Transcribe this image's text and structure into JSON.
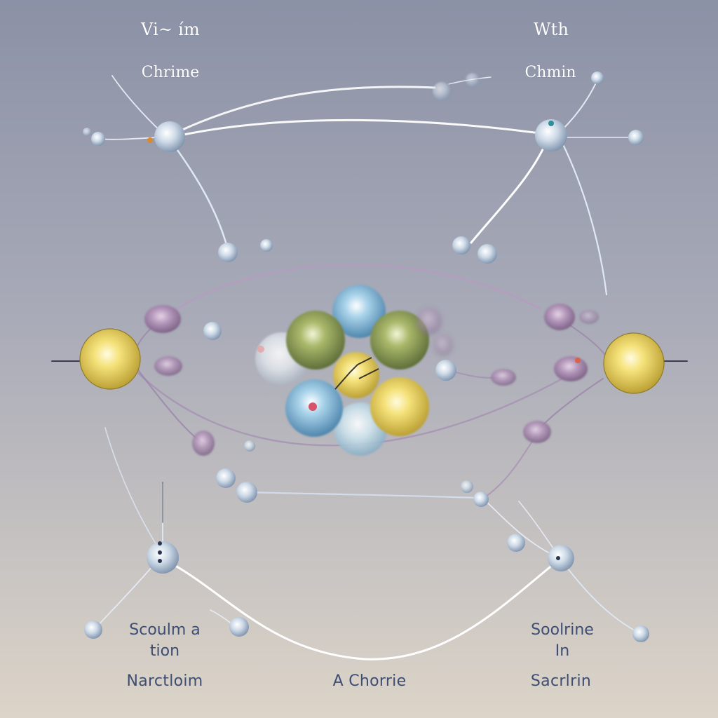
{
  "labels": {
    "top_left": "Vi~ ím",
    "top_right": "Wth",
    "sub_left": "Chrime",
    "sub_right": "Chmin",
    "bottom_left_line1": "Scoulm a",
    "bottom_left_line2": "tion",
    "bottom_right_line1": "Soolrine",
    "bottom_right_line2": "In",
    "bottom_far_left": "Narctloim",
    "bottom_center": "A Chorrie",
    "bottom_far_right": "Sacrlrin"
  },
  "colors": {
    "bg_top": "#8d93a7",
    "bg_bottom": "#d9d2c8",
    "gold": "#f0d85a",
    "olive": "#97a75c",
    "sky": "#9dc8e2",
    "pearl": "#e4e9ef",
    "mauve": "#a98ab0",
    "node": "#c9d7e6",
    "line": "#ffffff",
    "line_purple": "#9b84aa"
  },
  "icons": {
    "nucleus": "atom-cluster-icon",
    "electron": "sphere-icon"
  }
}
